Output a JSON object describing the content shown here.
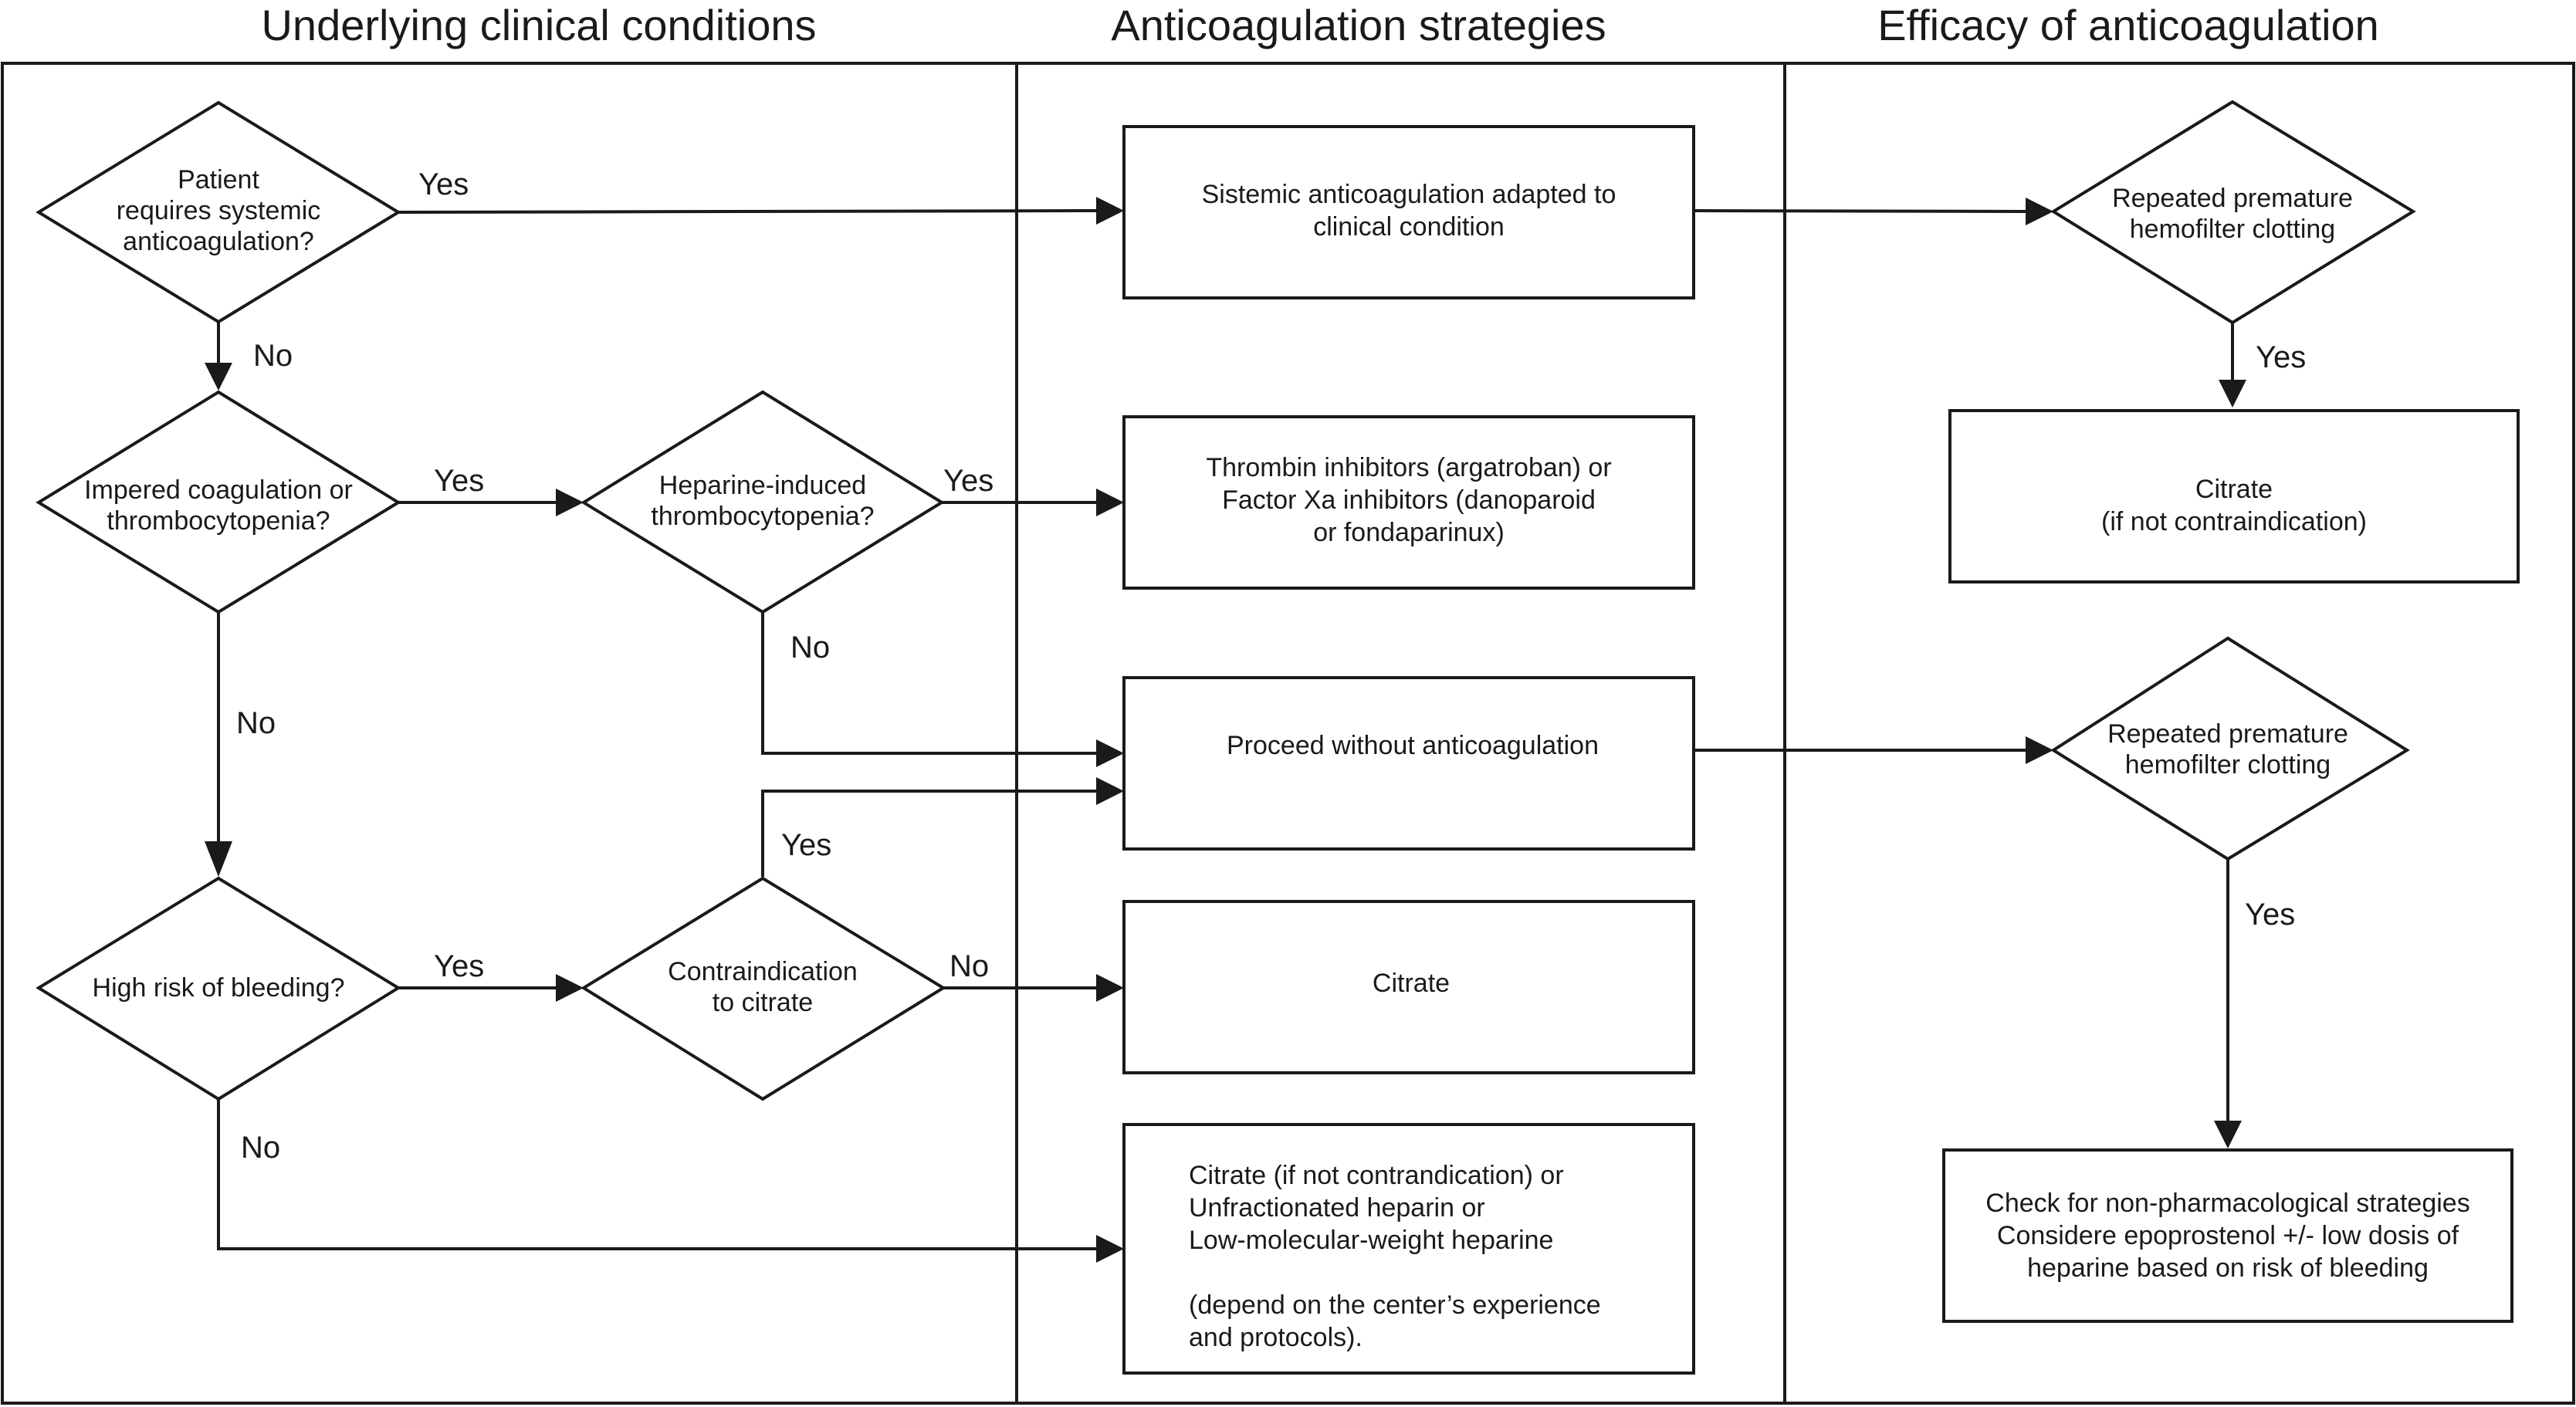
{
  "headers": {
    "col1": "Underlying clinical conditions",
    "col2": "Anticoagulation strategies",
    "col3": "Efficacy of anticoagulation"
  },
  "decisions": {
    "d1": [
      "Patient",
      "requires systemic",
      "anticoagulation?"
    ],
    "d2": [
      "Impered coagulation or",
      "thrombocytopenia?"
    ],
    "d3": [
      "Heparine-induced",
      "thrombocytopenia?"
    ],
    "d4": [
      "High risk of bleeding?"
    ],
    "d5": [
      "Contraindication",
      "to citrate"
    ],
    "d6": [
      "Repeated premature",
      "hemofilter clotting"
    ],
    "d7": [
      "Repeated premature",
      "hemofilter clotting"
    ]
  },
  "boxes": {
    "b1": [
      "Sistemic anticoagulation adapted to",
      "clinical condition"
    ],
    "b2": [
      "Thrombin inhibitors (argatroban) or",
      "Factor Xa  inhibitors (danoparoid",
      "or fondaparinux)"
    ],
    "b3": [
      "Proceed without anticoagulation"
    ],
    "b4": [
      "Citrate"
    ],
    "b5": [
      "Citrate (if not contrandication) or",
      "Unfractionated heparin or",
      "Low-molecular-weight heparine",
      "",
      "(depend on the center’s experience",
      "and protocols)."
    ],
    "b6": [
      "Citrate",
      "(if not contraindication)"
    ],
    "b7": [
      "Check for non-pharmacological strategies",
      "Considere epoprostenol +/- low dosis of",
      "heparine based on risk of bleeding"
    ]
  },
  "edge_labels": {
    "d1_yes": "Yes",
    "d1_no": "No",
    "d2_yes": "Yes",
    "d2_no": "No",
    "d3_yes": "Yes",
    "d3_no": "No",
    "d4_yes": "Yes",
    "d4_no": "No",
    "d5_yes": "Yes",
    "d5_no": "No",
    "d6_yes": "Yes",
    "d7_yes": "Yes"
  }
}
